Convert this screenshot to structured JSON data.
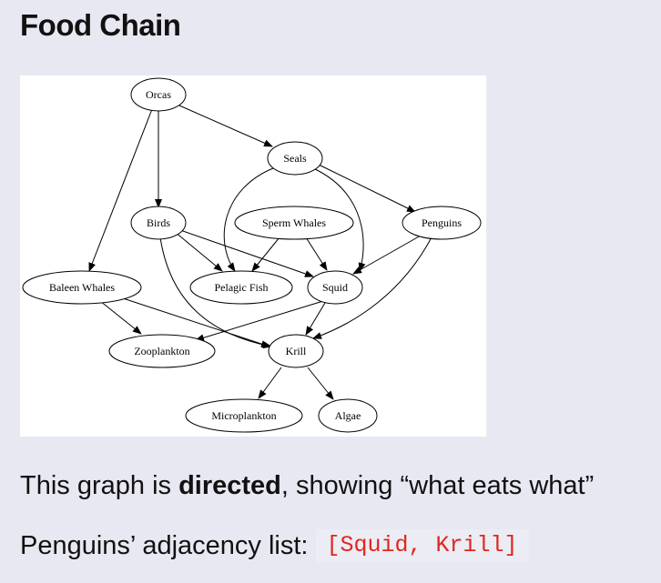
{
  "header": {
    "title": "Food Chain"
  },
  "graph": {
    "nodes": {
      "orcas": "Orcas",
      "seals": "Seals",
      "birds": "Birds",
      "sperm_whales": "Sperm Whales",
      "penguins": "Penguins",
      "baleen_whales": "Baleen Whales",
      "pelagic_fish": "Pelagic Fish",
      "squid": "Squid",
      "zooplankton": "Zooplankton",
      "krill": "Krill",
      "microplankton": "Microplankton",
      "algae": "Algae"
    },
    "edges": [
      [
        "Orcas",
        "Seals"
      ],
      [
        "Orcas",
        "Birds"
      ],
      [
        "Orcas",
        "Baleen Whales"
      ],
      [
        "Seals",
        "Pelagic Fish"
      ],
      [
        "Seals",
        "Squid"
      ],
      [
        "Seals",
        "Penguins"
      ],
      [
        "Birds",
        "Pelagic Fish"
      ],
      [
        "Birds",
        "Squid"
      ],
      [
        "Birds",
        "Krill"
      ],
      [
        "Sperm Whales",
        "Pelagic Fish"
      ],
      [
        "Sperm Whales",
        "Squid"
      ],
      [
        "Penguins",
        "Squid"
      ],
      [
        "Penguins",
        "Krill"
      ],
      [
        "Baleen Whales",
        "Zooplankton"
      ],
      [
        "Baleen Whales",
        "Krill"
      ],
      [
        "Squid",
        "Zooplankton"
      ],
      [
        "Squid",
        "Krill"
      ],
      [
        "Krill",
        "Microplankton"
      ],
      [
        "Krill",
        "Algae"
      ]
    ]
  },
  "caption": {
    "prefix": "This graph is ",
    "emphasis": "directed",
    "suffix": ", showing “what eats what”"
  },
  "adjacency": {
    "label": "Penguins’ adjacency list:",
    "code": "[Squid, Krill]"
  }
}
